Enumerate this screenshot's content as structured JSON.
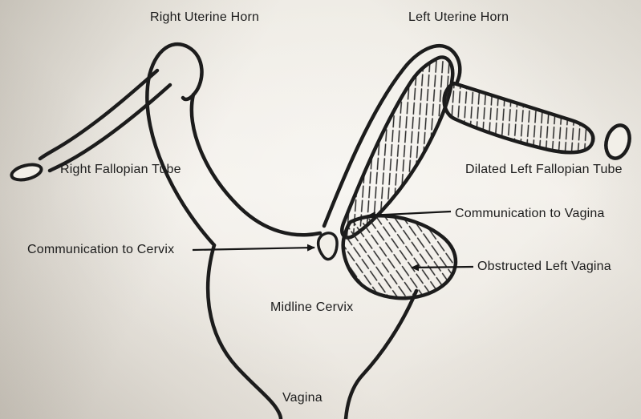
{
  "colors": {
    "ink": "#1c1c1c",
    "paper_light": "#f3f0ea",
    "paper_shadow": "#d8d4cc",
    "label_text": "#1b1b1b"
  },
  "labels": {
    "right_uterine_horn": "Right Uterine Horn",
    "left_uterine_horn": "Left Uterine Horn",
    "right_fallopian_tube": "Right Fallopian Tube",
    "dilated_left_fallopian_tube": "Dilated Left Fallopian Tube",
    "communication_to_vagina": "Communication to Vagina",
    "communication_to_cervix": "Communication to Cervix",
    "obstructed_left_vagina": "Obstructed Left Vagina",
    "midline_cervix": "Midline Cervix",
    "vagina": "Vagina"
  }
}
